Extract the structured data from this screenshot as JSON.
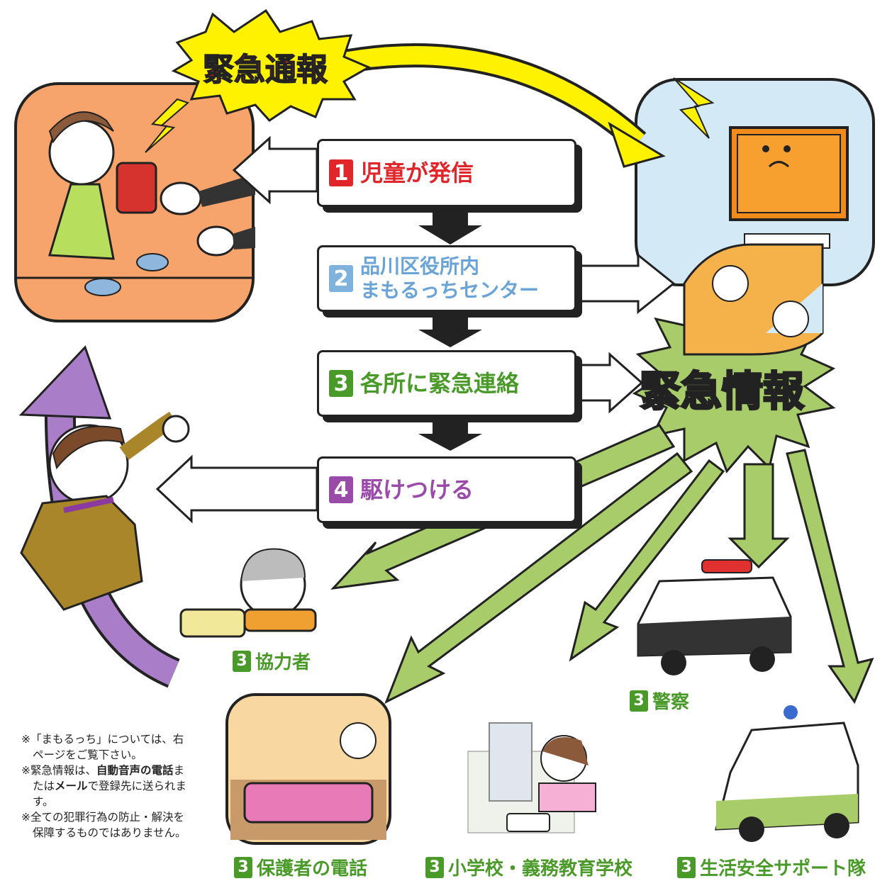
{
  "header": {
    "emergency_report": "緊急通報"
  },
  "hub": {
    "emergency_info": "緊急情報"
  },
  "steps": [
    {
      "num": "1",
      "text": "児童が発信",
      "color": "#e0262a"
    },
    {
      "num": "2",
      "line1": "品川区役所内",
      "line2": "まもるっちセンター",
      "color": "#7fb2dc"
    },
    {
      "num": "3",
      "text": "各所に緊急連絡",
      "color": "#4a9a2a"
    },
    {
      "num": "4",
      "text": "駆けつける",
      "color": "#9a4aa8"
    }
  ],
  "destinations": [
    {
      "num": "3",
      "text": "協力者"
    },
    {
      "num": "3",
      "text": "警察"
    },
    {
      "num": "3",
      "text": "保護者の電話"
    },
    {
      "num": "3",
      "text": "小学校・義務教育学校"
    },
    {
      "num": "3",
      "text": "生活安全サポート隊"
    }
  ],
  "notes": {
    "n1": "※「まもるっち」については、右ページをご覧下さい。",
    "n2_a": "※緊急情報は、",
    "n2_b": "自動音声の電話",
    "n2_c": "または",
    "n2_d": "メール",
    "n2_e": "で登録先に送られます。",
    "n3": "※全ての犯罪行為の防止・解決を保障するものではありません。"
  },
  "colors": {
    "burst_yellow": "#fff200",
    "title_red": "#e0262a",
    "hub_green": "#a8cc6a",
    "arrow_green": "#a8cc6a",
    "arrow_purple": "#a97dc7",
    "scene_orange": "#f6a46b",
    "scene_blue": "#d4e9f6"
  }
}
